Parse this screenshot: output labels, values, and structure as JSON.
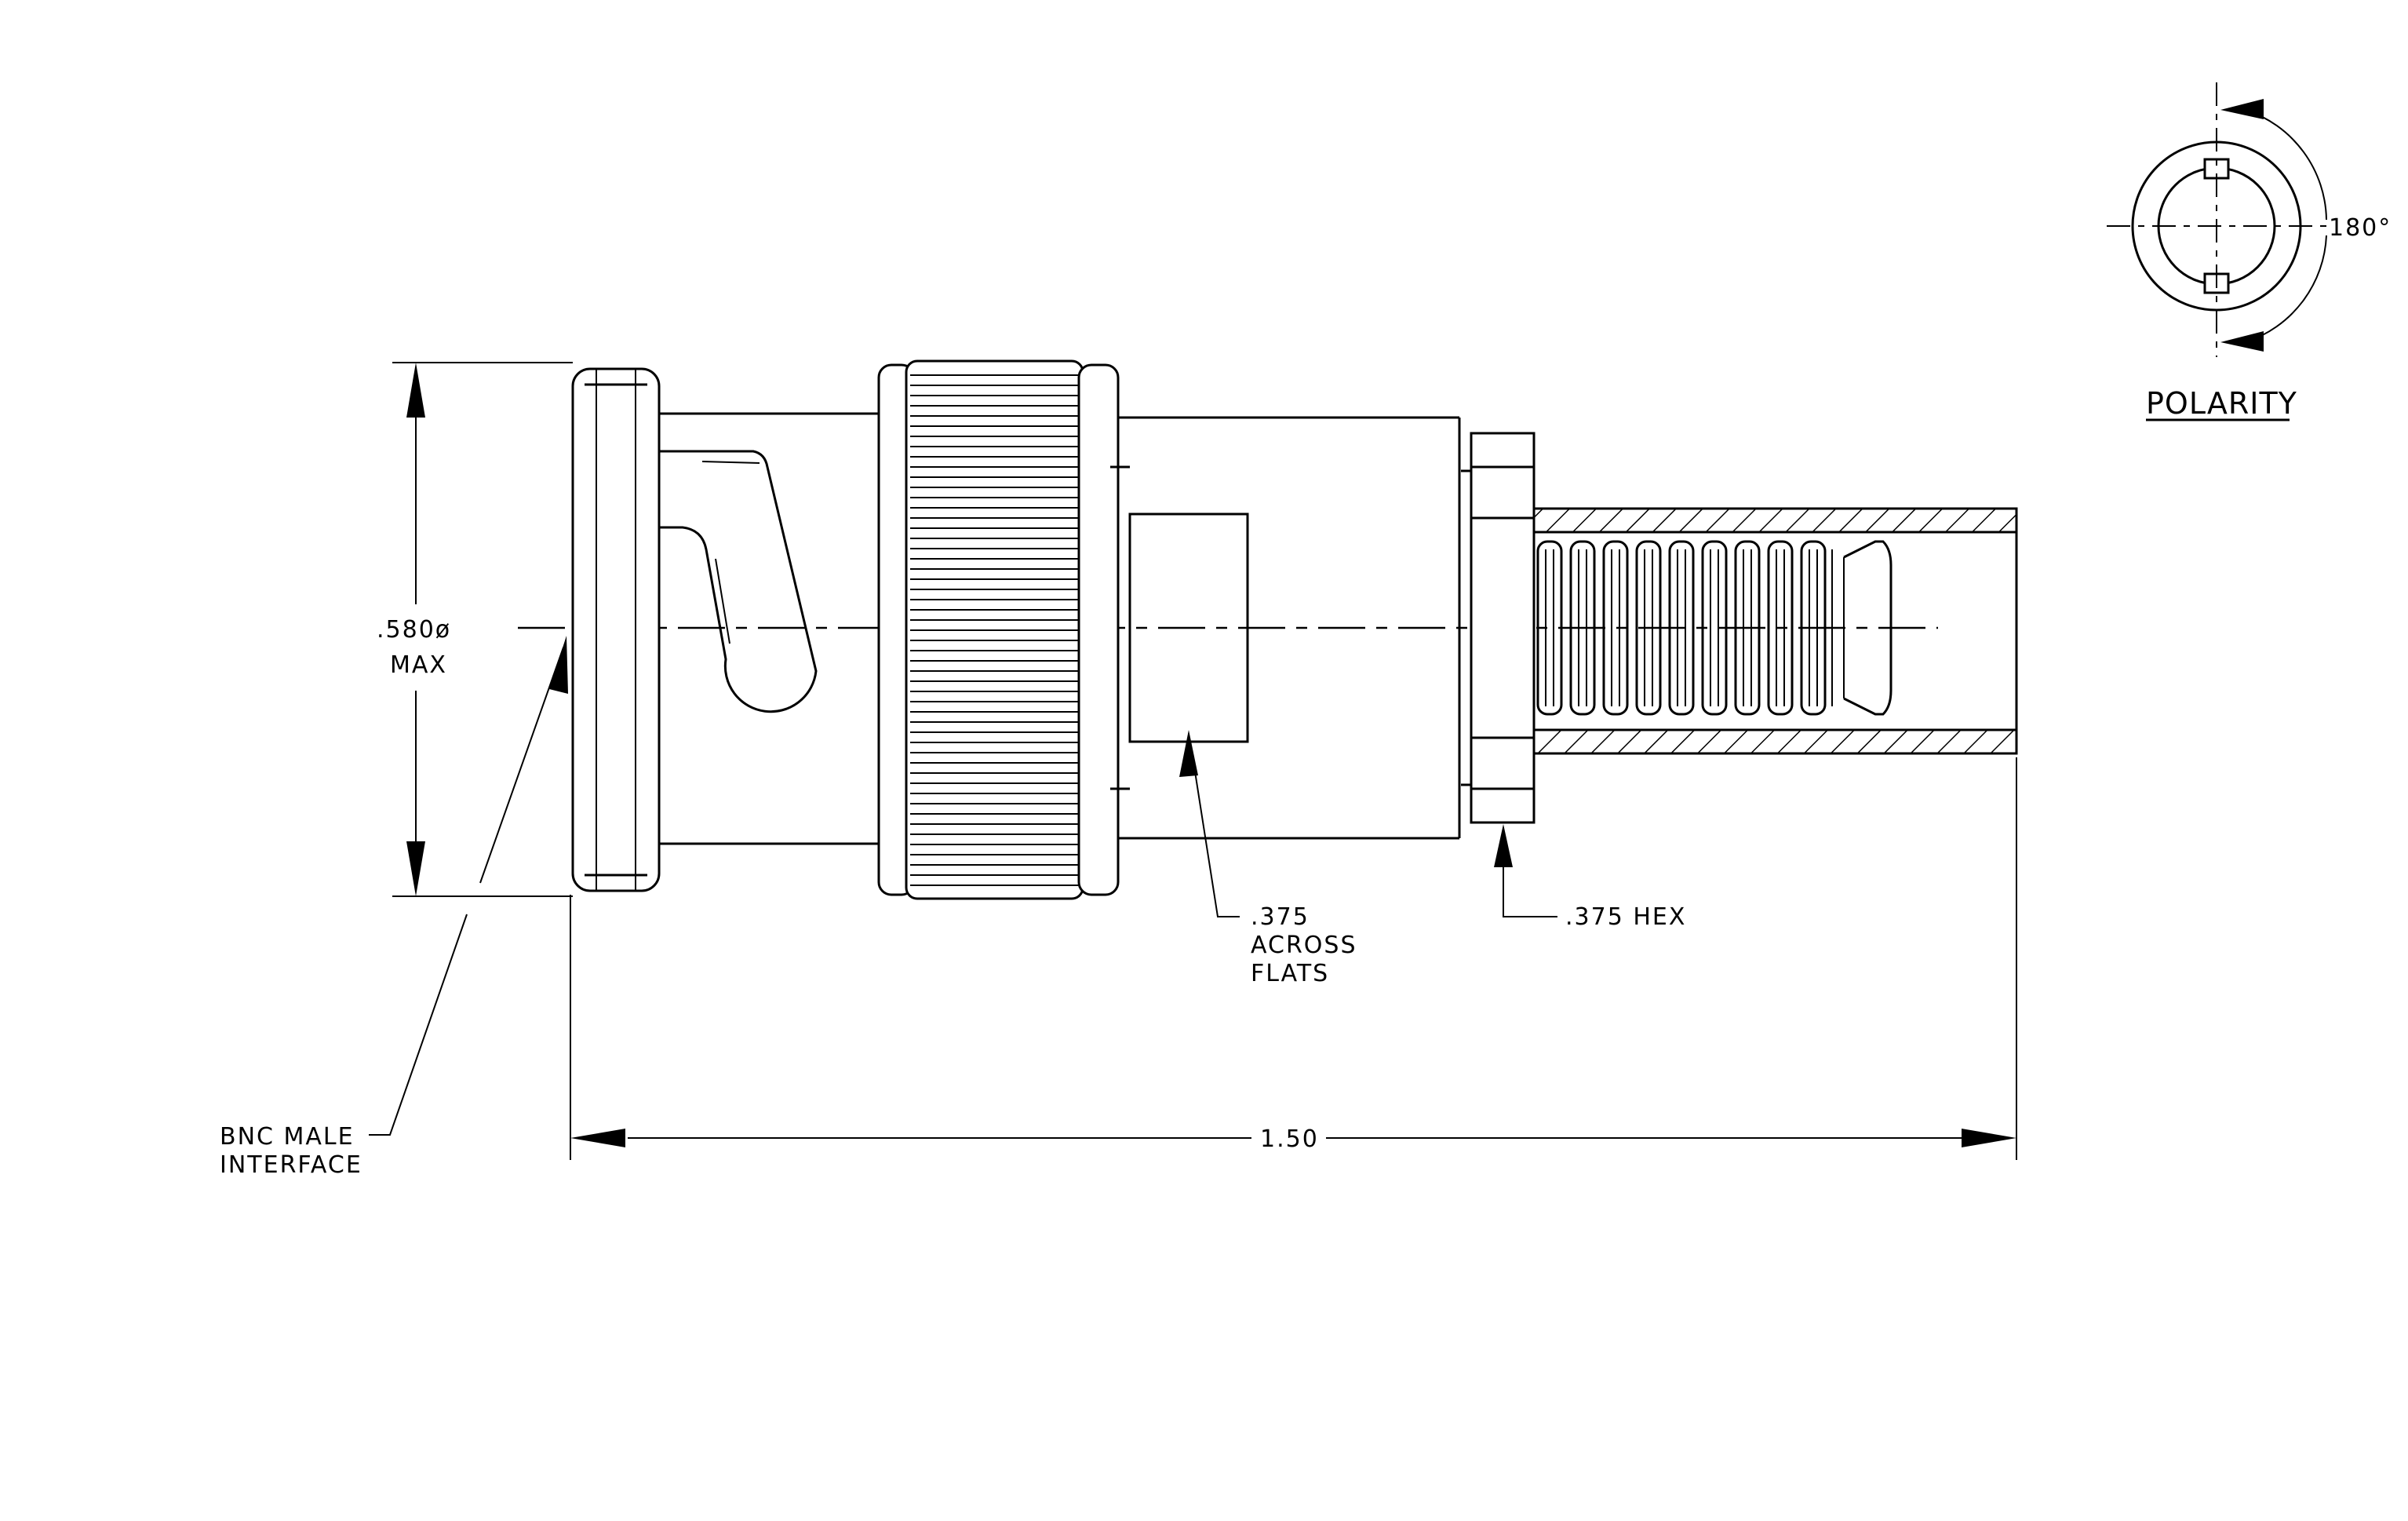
{
  "labels": {
    "diameter_value": ".580ø",
    "diameter_note": "MAX",
    "across_flats_value": ".375",
    "across_flats_line1": "ACROSS",
    "across_flats_line2": "FLATS",
    "hex_note": ".375 HEX",
    "interface_line1": "BNC MALE",
    "interface_line2": "INTERFACE",
    "overall_length": "1.50",
    "polarity_title": "POLARITY",
    "polarity_angle": "180°"
  }
}
